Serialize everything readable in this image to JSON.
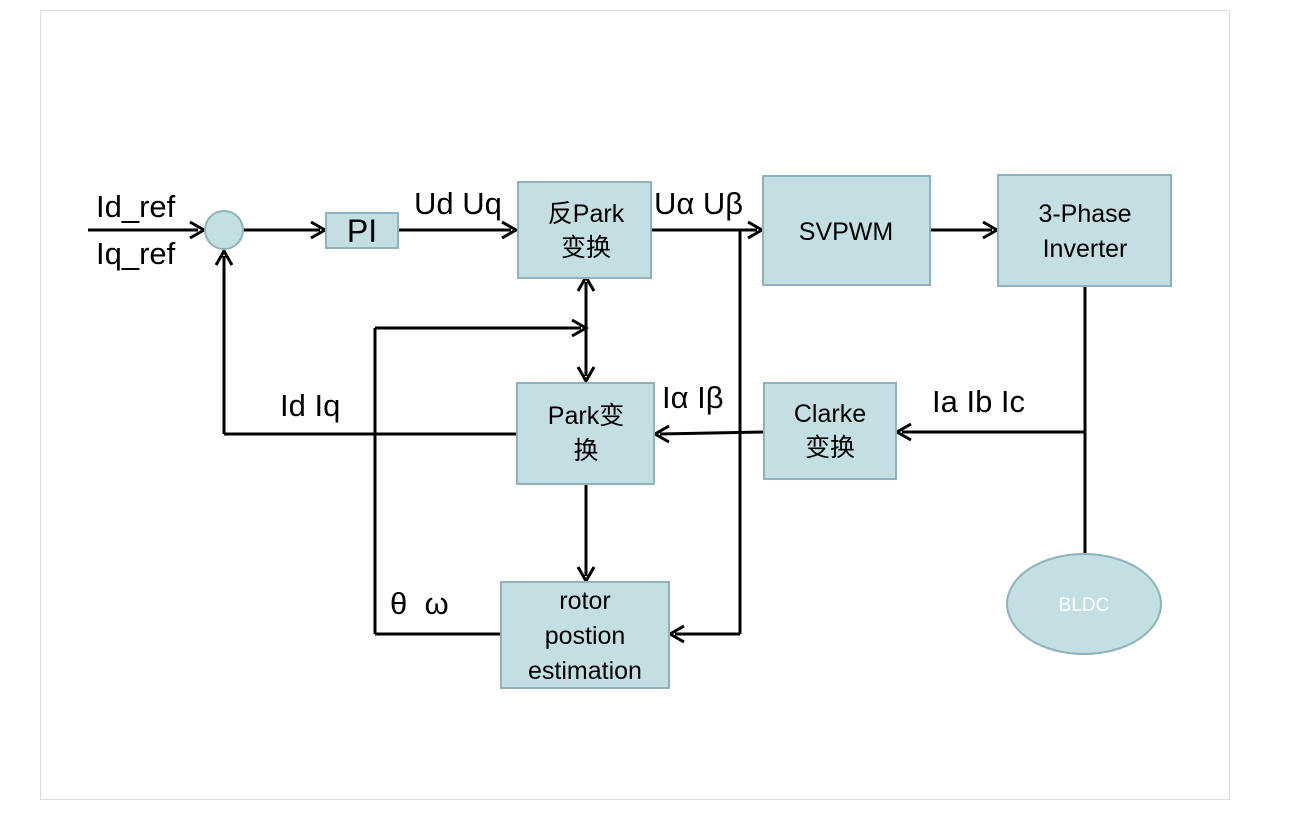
{
  "inputs": {
    "id_ref": "Id_ref",
    "iq_ref": "Iq_ref"
  },
  "blocks": {
    "pi": "PI",
    "inv_park": {
      "line1": "反Park",
      "line2": "变换"
    },
    "svpwm": "SVPWM",
    "inverter": {
      "line1": "3-Phase",
      "line2": "Inverter"
    },
    "park": {
      "line1": "Park变",
      "line2": "换"
    },
    "clarke": {
      "line1": "Clarke",
      "line2": "变换"
    },
    "rotor": {
      "line1": "rotor",
      "line2": "postion",
      "line3": "estimation"
    },
    "bldc": "BLDC"
  },
  "signals": {
    "ud_uq": "Ud Uq",
    "ualpha_ubeta": "Uα Uβ",
    "id_iq": "Id Iq",
    "ialpha_ibeta": "Iα Iβ",
    "ia_ib_ic": "Ia Ib Ic",
    "theta_omega": "θ  ω"
  },
  "colors": {
    "block_fill": "#c3dfe3",
    "block_stroke": "#8eb3ba",
    "motor_fill": "#c3dfe3",
    "line": "#000000"
  }
}
